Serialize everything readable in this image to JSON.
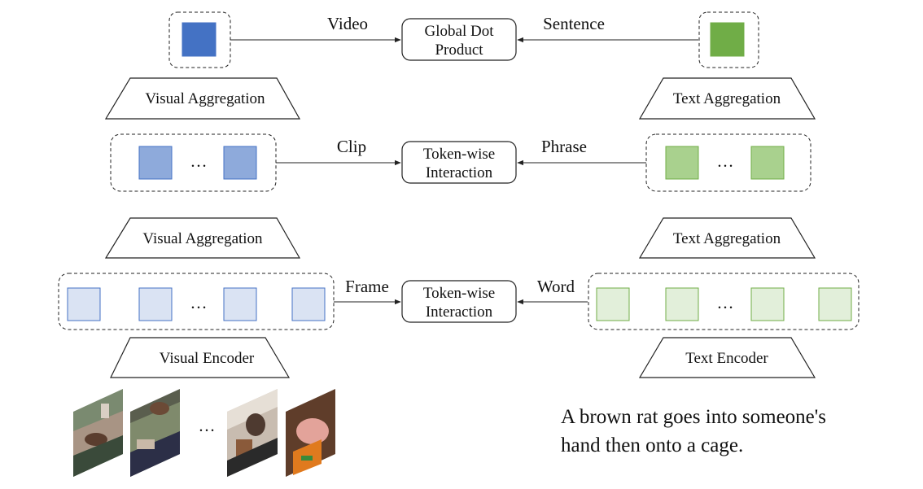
{
  "top": {
    "video_label": "Video",
    "sentence_label": "Sentence",
    "center_line1": "Global Dot",
    "center_line2": "Product"
  },
  "middle": {
    "clip_label": "Clip",
    "phrase_label": "Phrase",
    "center_line1": "Token-wise",
    "center_line2": "Interaction"
  },
  "bottom": {
    "frame_label": "Frame",
    "word_label": "Word",
    "center_line1": "Token-wise",
    "center_line2": "Interaction"
  },
  "blocks": {
    "visual_agg_top": "Visual Aggregation",
    "visual_agg_mid": "Visual Aggregation",
    "text_agg_top": "Text Aggregation",
    "text_agg_mid": "Text Aggregation",
    "visual_encoder": "Visual Encoder",
    "text_encoder": "Text Encoder"
  },
  "ellipsis": "…",
  "caption": {
    "line1": "A brown rat goes into someone's",
    "line2": "hand then onto a cage."
  },
  "colors": {
    "video_token": "#4472c4",
    "clip_token": "#8eaadb",
    "frame_token": "#dae3f3",
    "sentence_token": "#70ad47",
    "phrase_token": "#a9d18e",
    "word_token": "#e2efda",
    "visual_stroke": "#4472c4",
    "text_stroke": "#70ad47"
  },
  "frames": {
    "icons": [
      "rat-hand-frame-icon",
      "rat-sleeve-frame-icon",
      "rat-cage-frame-icon",
      "hand-orange-frame-icon"
    ]
  }
}
